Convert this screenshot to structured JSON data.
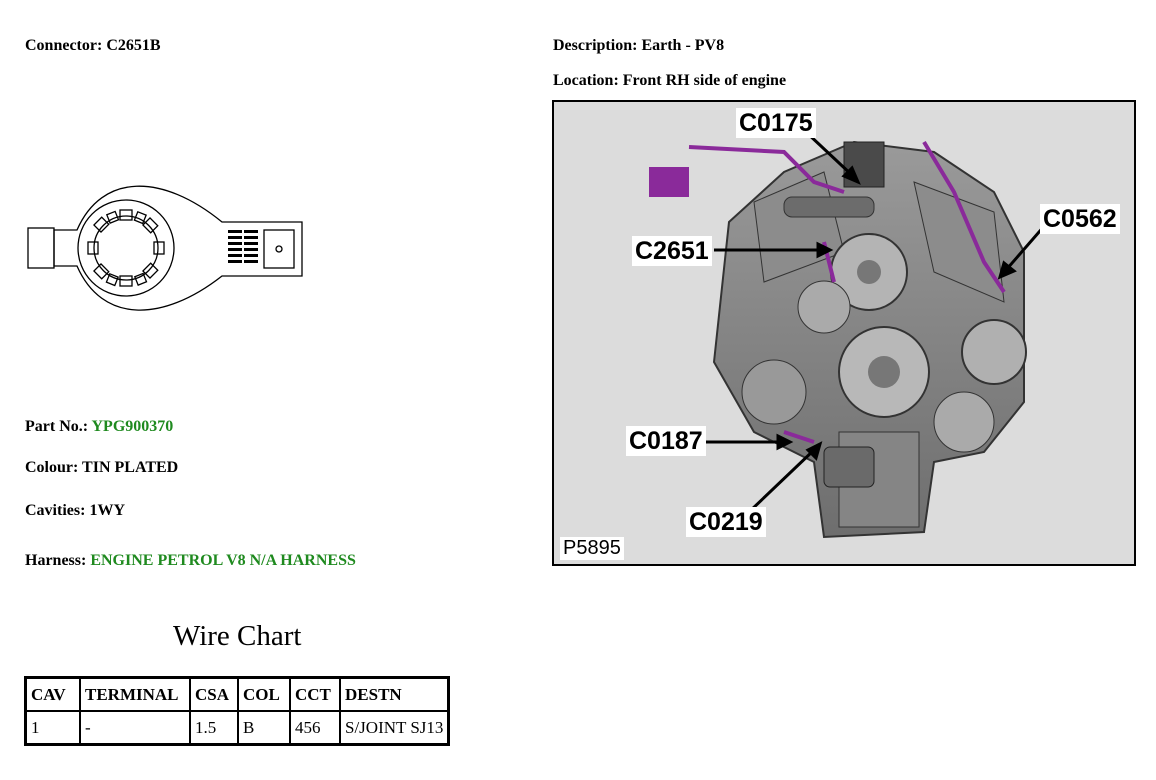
{
  "connector": {
    "label": "Connector:",
    "value": "C2651B"
  },
  "description": {
    "label": "Description:",
    "value": "Earth - PV8"
  },
  "location": {
    "label": "Location:",
    "value": "Front RH side of engine"
  },
  "part_no": {
    "label": "Part No.:",
    "value": "YPG900370"
  },
  "colour": {
    "label": "Colour:",
    "value": "TIN PLATED"
  },
  "cavities": {
    "label": "Cavities:",
    "value": "1WY"
  },
  "harness": {
    "label": "Harness:",
    "value": "ENGINE PETROL V8 N/A HARNESS"
  },
  "wire_chart": {
    "title": "Wire Chart",
    "headers": [
      "CAV",
      "TERMINAL",
      "CSA",
      "COL",
      "CCT",
      "DESTN"
    ],
    "rows": [
      [
        "1",
        "-",
        "1.5",
        "B",
        "456",
        "S/JOINT SJ13"
      ]
    ]
  },
  "image": {
    "callouts": {
      "c0175": "C0175",
      "c2651": "C2651",
      "c0562": "C0562",
      "c0187": "C0187",
      "c0219": "C0219"
    },
    "ref": "P5895"
  },
  "colors": {
    "link_green": "#1f8a1f",
    "harness_purple": "#8a2a9a"
  }
}
